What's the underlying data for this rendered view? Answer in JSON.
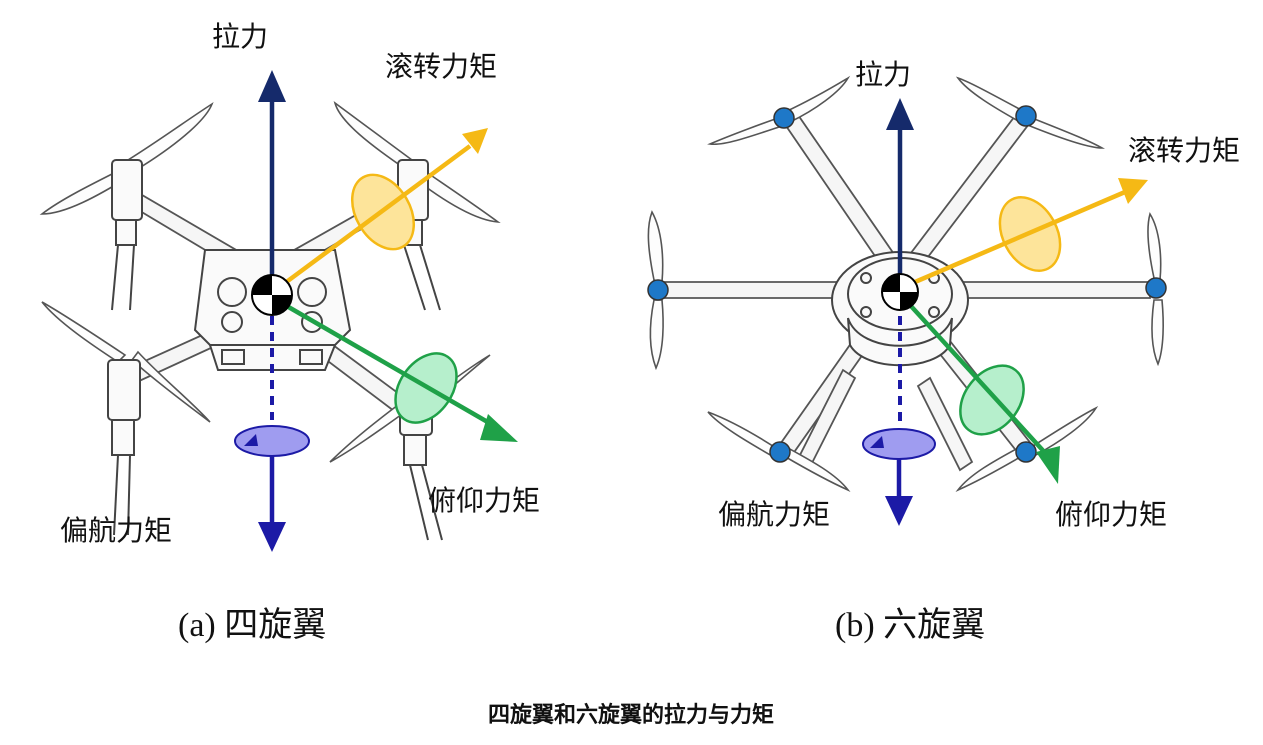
{
  "quad": {
    "thrust_label": "拉力",
    "roll_label": "滚转力矩",
    "pitch_label": "俯仰力矩",
    "yaw_label": "偏航力矩",
    "subtitle": "(a) 四旋翼"
  },
  "hexa": {
    "thrust_label": "拉力",
    "roll_label": "滚转力矩",
    "pitch_label": "俯仰力矩",
    "yaw_label": "偏航力矩",
    "subtitle": "(b) 六旋翼"
  },
  "caption": "四旋翼和六旋翼的拉力与力矩",
  "colors": {
    "thrust": "#152a6b",
    "roll": "#f5b915",
    "roll_disc": "#fde49a",
    "pitch": "#1fa148",
    "pitch_disc": "#b6efcc",
    "yaw": "#1c1aa6",
    "yaw_disc": "#9f9cf0",
    "motor": "#1e78c8"
  }
}
